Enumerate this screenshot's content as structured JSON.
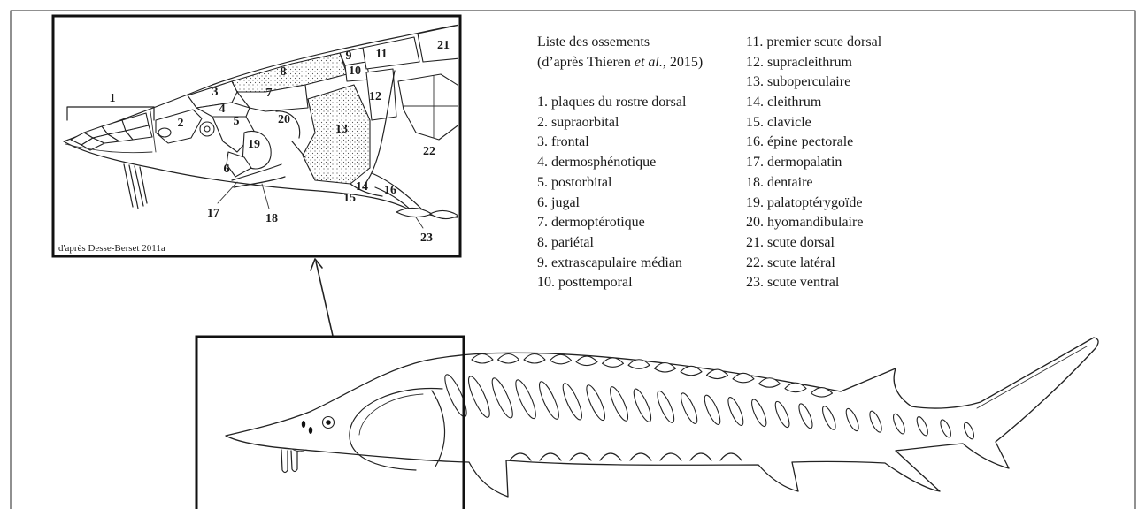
{
  "inset": {
    "credit": "d'après Desse-Berset 2011a",
    "bone_labels": [
      "1",
      "2",
      "3",
      "4",
      "5",
      "6",
      "7",
      "8",
      "9",
      "10",
      "11",
      "12",
      "13",
      "14",
      "15",
      "16",
      "17",
      "18",
      "19",
      "20",
      "21",
      "22",
      "23"
    ]
  },
  "legend": {
    "title": "Liste des ossements",
    "source": {
      "prefix": "(d’après Thieren ",
      "italic": "et al.",
      "suffix": ", 2015)"
    },
    "items": [
      "1. plaques du rostre dorsal",
      "2. supraorbital",
      "3. frontal",
      "4. dermosphénotique",
      "5. postorbital",
      "6. jugal",
      "7. dermoptérotique",
      "8. pariétal",
      "9. extrascapulaire médian",
      "10. posttemporal",
      "11. premier scute dorsal",
      "12. supracleithrum",
      "13. suboperculaire",
      "14. cleithrum",
      "15. clavicle",
      "16. épine pectorale",
      "17. dermopalatin",
      "18. dentaire",
      "19. palatoptérygoïde",
      "20. hyomandibulaire",
      "21. scute dorsal",
      "22. scute latéral",
      "23. scute ventral"
    ]
  }
}
